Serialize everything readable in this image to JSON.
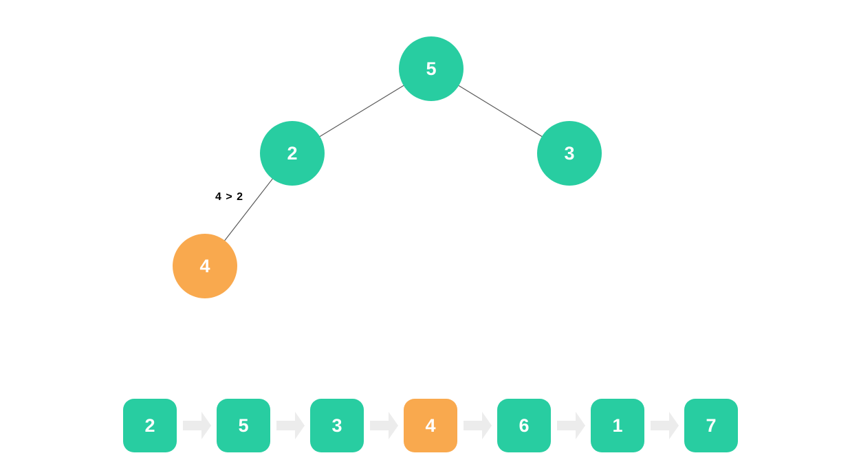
{
  "title": "binary-tree-insertion-visualization",
  "colors": {
    "node_default": "#28cda1",
    "node_active": "#f9a94e",
    "node_text": "#ffffff",
    "edge": "#5a5a5a",
    "arrow": "#ececec",
    "label_text": "#000000",
    "background": "#ffffff"
  },
  "tree": {
    "nodes": [
      {
        "value": "5",
        "state": "default"
      },
      {
        "value": "2",
        "state": "default"
      },
      {
        "value": "3",
        "state": "default"
      },
      {
        "value": "4",
        "state": "active"
      }
    ],
    "edges": [
      {
        "from": "5",
        "to": "2"
      },
      {
        "from": "5",
        "to": "3"
      },
      {
        "from": "2",
        "to": "4"
      }
    ],
    "edge_label": "4 > 2"
  },
  "sequence": {
    "items": [
      {
        "value": "2",
        "state": "default"
      },
      {
        "value": "5",
        "state": "default"
      },
      {
        "value": "3",
        "state": "default"
      },
      {
        "value": "4",
        "state": "active"
      },
      {
        "value": "6",
        "state": "default"
      },
      {
        "value": "1",
        "state": "default"
      },
      {
        "value": "7",
        "state": "default"
      }
    ]
  }
}
